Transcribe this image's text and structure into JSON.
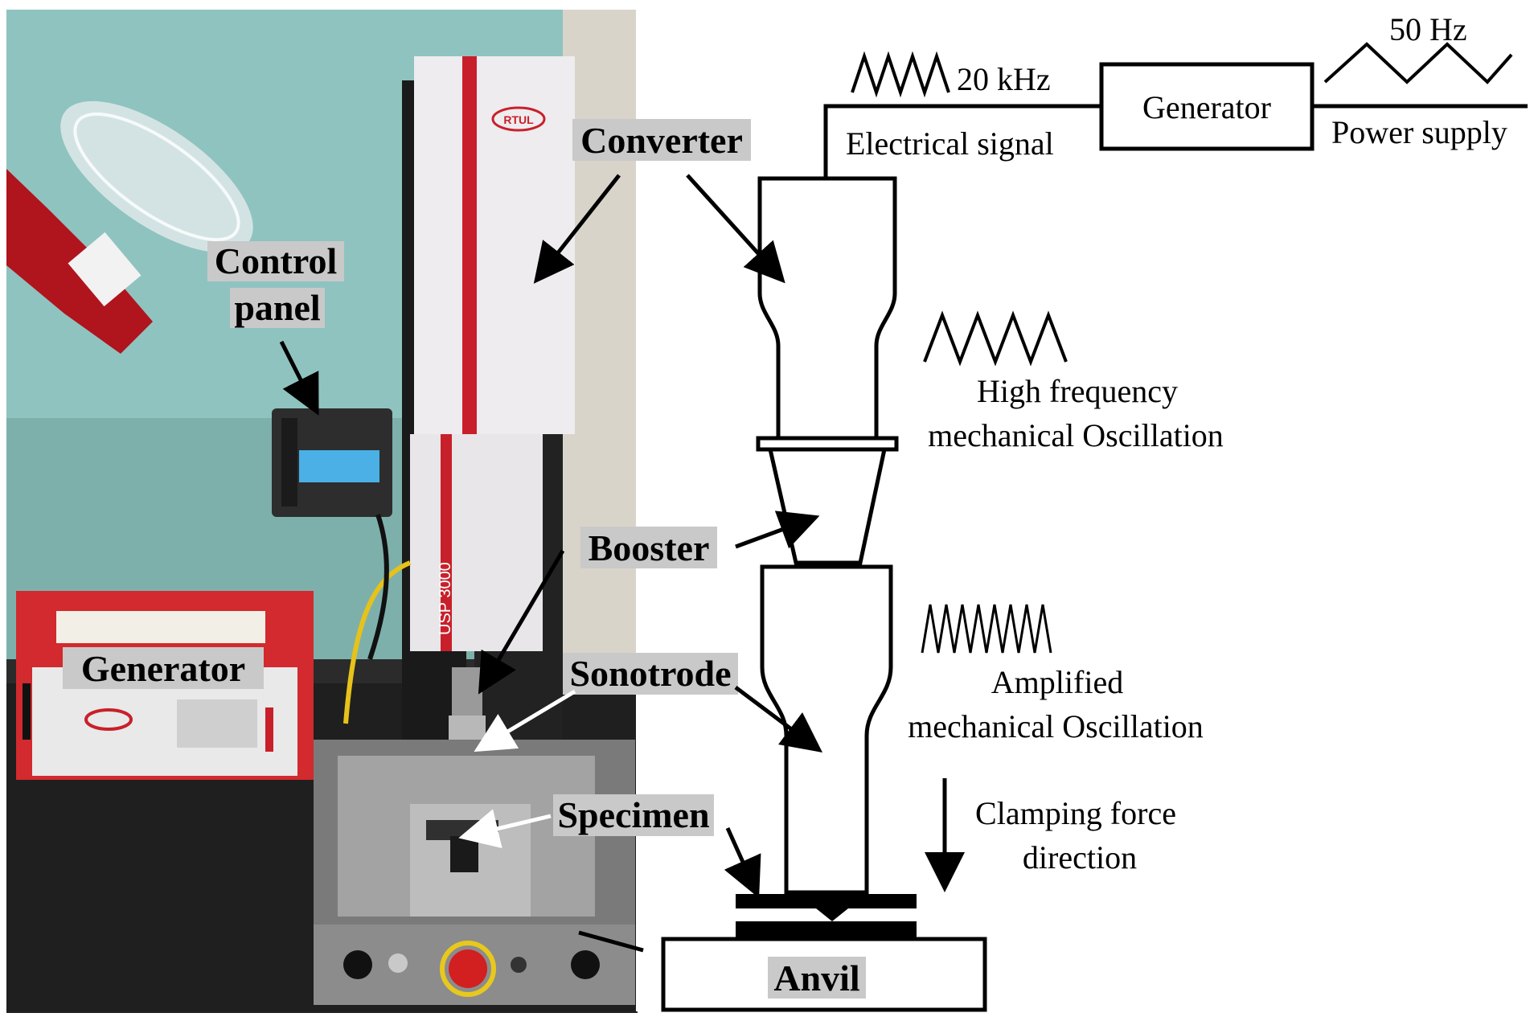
{
  "photo_labels": {
    "converter": "Converter",
    "control_panel_line1": "Control",
    "control_panel_line2": "panel",
    "generator": "Generator",
    "booster": "Booster",
    "sonotrode": "Sonotrode",
    "specimen": "Specimen",
    "anvil": "Anvil"
  },
  "machine_text": {
    "brand": "RTUL",
    "model": "USP 3000"
  },
  "schematic": {
    "signal_freq": "20 kHz",
    "electrical_signal": "Electrical signal",
    "generator_box": "Generator",
    "power_freq": "50 Hz",
    "power_supply": "Power supply",
    "high_freq_line1": "High frequency",
    "high_freq_line2": "mechanical Oscillation",
    "amplified_line1": "Amplified",
    "amplified_line2": "mechanical Oscillation",
    "clamping_line1": "Clamping force",
    "clamping_line2": "direction"
  },
  "colors": {
    "machine_red": "#c8202a",
    "wall": "#8fc3bf",
    "bench": "#1f1f1f"
  }
}
